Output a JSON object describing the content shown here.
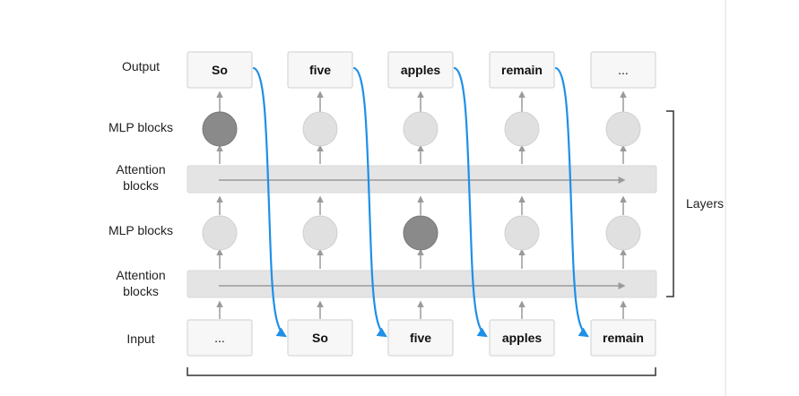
{
  "rows": {
    "output": "Output",
    "mlp_top": "MLP blocks",
    "attn_top": [
      "Attention",
      "blocks"
    ],
    "mlp_bottom": "MLP blocks",
    "attn_bottom": [
      "Attention",
      "blocks"
    ],
    "input": "Input"
  },
  "output_tokens": [
    "So",
    "five",
    "apples",
    "remain",
    "..."
  ],
  "input_tokens": [
    "...",
    "So",
    "five",
    "apples",
    "remain"
  ],
  "layers_label": "Layers",
  "highlighted": {
    "mlp_top": [
      0
    ],
    "mlp_bottom": [
      2
    ]
  },
  "colors": {
    "feedback_arrow": "#1e90e8",
    "mlp_node": "#e0e0e0",
    "mlp_node_active": "#8a8a8a",
    "attention_band": "#e4e4e4",
    "token_box_border": "#cfcfcf",
    "connector": "#9a9a9a"
  }
}
